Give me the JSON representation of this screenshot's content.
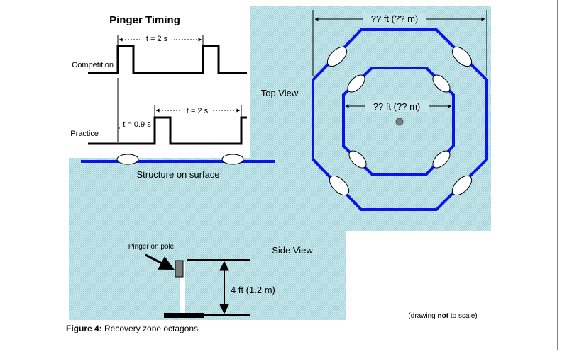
{
  "timing": {
    "title": "Pinger Timing",
    "competition_label": "Competition",
    "practice_label": "Practice",
    "competition_period": "t = 2 s",
    "practice_offset": "t = 0.9 s",
    "practice_period": "t = 2 s"
  },
  "top_view": {
    "label": "Top View",
    "outer_dimension": "?? ft (?? m)",
    "inner_dimension": "?? ft (?? m)"
  },
  "side_view": {
    "label": "Side View",
    "surface_label": "Structure on surface",
    "pinger_label": "Pinger on pole",
    "depth_label": "4 ft (1.2 m)"
  },
  "note": {
    "pre": "(drawing ",
    "bold": "not",
    "post": " to scale)"
  },
  "caption": {
    "bold": "Figure 4:",
    "text": " Recovery zone octagons"
  },
  "colors": {
    "water": "#b9dfe3",
    "octagon": "#0a14e8",
    "line": "#000000"
  }
}
